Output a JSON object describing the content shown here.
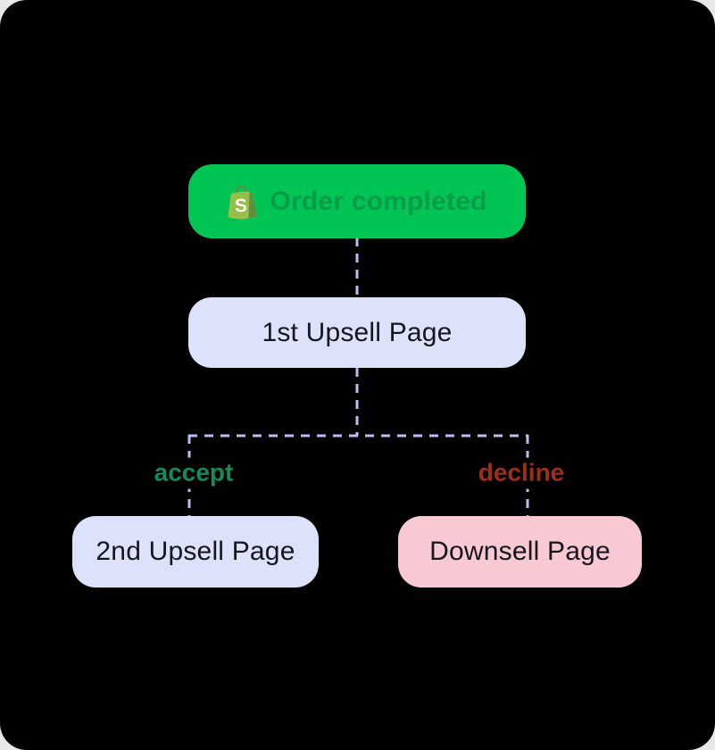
{
  "page": {
    "background_color": "#E9E8E6",
    "canvas_color": "#000000"
  },
  "flow": {
    "nodes": [
      {
        "id": "order-completed",
        "label": "Order completed",
        "type": "trigger",
        "fill": "#00C554",
        "text_color": "#089C46",
        "icon": "shopify-bag-icon"
      },
      {
        "id": "first-upsell-page",
        "label": "1st Upsell Page",
        "type": "page",
        "fill": "#DBE2FA",
        "text_color": "#16161D"
      },
      {
        "id": "second-upsell-page",
        "label": "2nd Upsell Page",
        "type": "page",
        "fill": "#DBE2FA",
        "text_color": "#16161D"
      },
      {
        "id": "downsell-page",
        "label": "Downsell Page",
        "type": "page",
        "fill": "#F8C9D3",
        "text_color": "#16161D"
      }
    ],
    "edges": [
      {
        "from": "order-completed",
        "to": "first-upsell-page",
        "label": ""
      },
      {
        "from": "first-upsell-page",
        "to": "second-upsell-page",
        "label": "accept",
        "label_color": "#178A5B"
      },
      {
        "from": "first-upsell-page",
        "to": "downsell-page",
        "label": "decline",
        "label_color": "#9E2E1C"
      }
    ],
    "connector": {
      "color": "#B3C1EF",
      "style": "dashed"
    }
  },
  "icons": {
    "shopify_bag": {
      "letter": "S",
      "letter_color": "#FFFFFF",
      "body_color": "#95BF47",
      "shade_color": "#5E8E3E"
    }
  }
}
